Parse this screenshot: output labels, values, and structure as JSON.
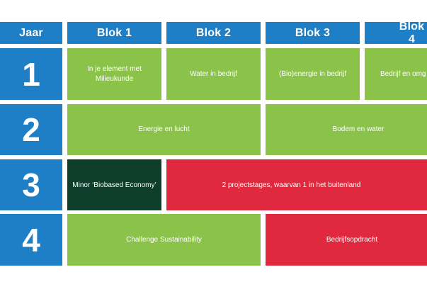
{
  "header": {
    "year_label": "Jaar",
    "blocks": [
      "Blok 1",
      "Blok 2",
      "Blok 3",
      "Blok 4"
    ]
  },
  "years": [
    "1",
    "2",
    "3",
    "4"
  ],
  "rows": {
    "year1": {
      "blok1": "In je element met Milieukunde",
      "blok2": "Water in bedrijf",
      "blok3": "(Bio)energie in bedrijf",
      "blok4": "Bedrijf en omg"
    },
    "year2": {
      "blok12": "Energie en lucht",
      "blok34": "Bodem en water"
    },
    "year3": {
      "blok1": "Minor ‘Biobased Economy’",
      "blok234": "2 projectstages, waarvan 1 in het buitenland"
    },
    "year4": {
      "blok12": "Challenge Sustainability",
      "blok34": "Bedrijfsopdracht"
    }
  },
  "colors": {
    "header_blue": "#1f7fc6",
    "course_green": "#8bc34a",
    "internship_red": "#e0293e",
    "minor_dark_green": "#0f3d2c"
  }
}
